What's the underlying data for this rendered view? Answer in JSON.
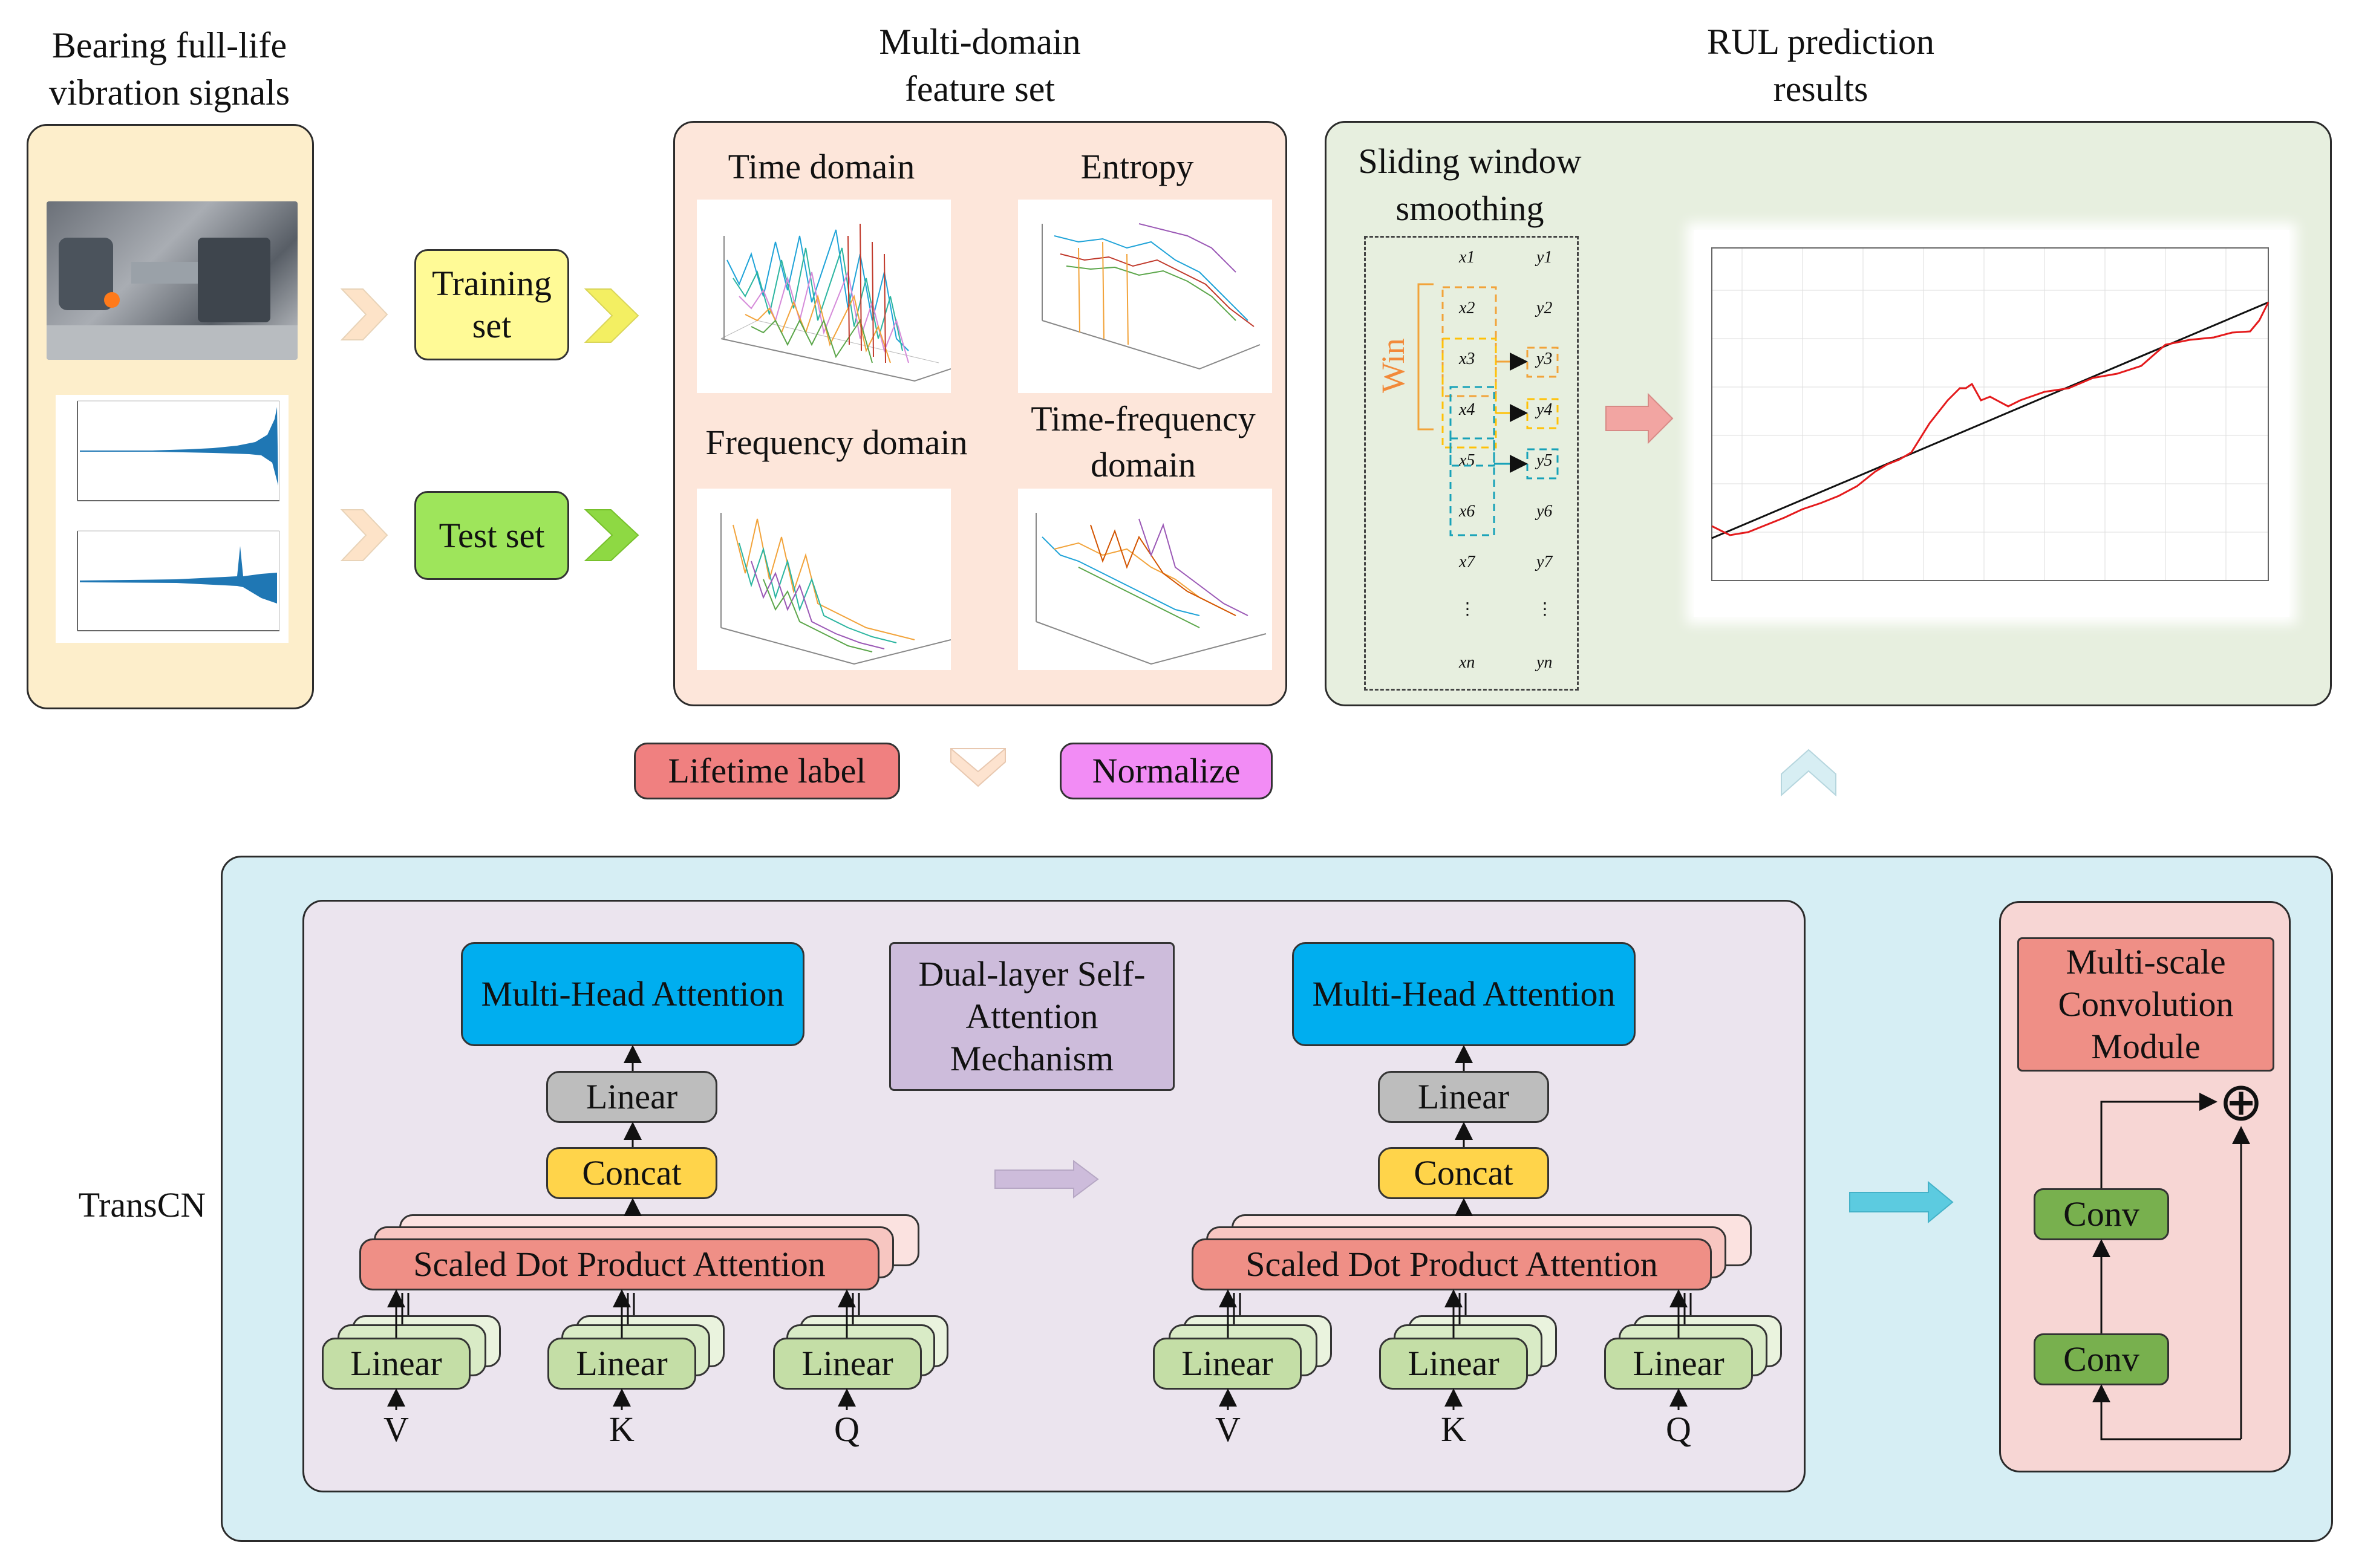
{
  "top": {
    "signals_title": "Bearing full-life vibration signals",
    "feature_title": "Multi-domain feature set",
    "rul_title": "RUL prediction results"
  },
  "sets": {
    "training": "Training set",
    "test": "Test set"
  },
  "domains": {
    "time": "Time domain",
    "entropy": "Entropy",
    "frequency": "Frequency domain",
    "time_frequency": "Time-frequency domain"
  },
  "rul": {
    "sliding_title": "Sliding window smoothing",
    "win_label": "Win",
    "x_items": [
      "x1",
      "x2",
      "x3",
      "x4",
      "x5",
      "x6",
      "x7",
      "⋮",
      "xn"
    ],
    "y_items": [
      "y1",
      "y2",
      "y3",
      "y4",
      "y5",
      "y6",
      "y7",
      "⋮",
      "yn"
    ]
  },
  "middle": {
    "lifetime_label": "Lifetime label",
    "normalize": "Normalize"
  },
  "transcn": {
    "label": "TransCN",
    "dual_layer": "Dual-layer Self-Attention Mechanism",
    "mha": "Multi-Head Attention",
    "linear": "Linear",
    "concat": "Concat",
    "sdpa": "Scaled Dot Product Attention",
    "inputs": [
      "V",
      "K",
      "Q"
    ],
    "msc": "Multi-scale Convolution Module",
    "conv": "Conv",
    "sum_symbol": "⊕"
  },
  "colors": {
    "signals_panel": "#fdeecb",
    "feature_panel": "#fde6da",
    "rul_panel": "#e7efdf",
    "transcn_panel": "#d6eef4",
    "attention_panel": "#ebe4ee",
    "msc_panel": "#f7d6d4",
    "training": "#fffa96",
    "test": "#9ee55b",
    "lifetime": "#f08080",
    "normalize": "#f28cf5",
    "mha": "#00aeef",
    "linear_gray": "#bdbdbd",
    "concat": "#ffd44a",
    "sdpa": "#ef8f86",
    "linear_green": "#c4dea6",
    "conv": "#78b04e",
    "dual_layer": "#cdbcdb",
    "msc_box": "#ef8f86"
  }
}
